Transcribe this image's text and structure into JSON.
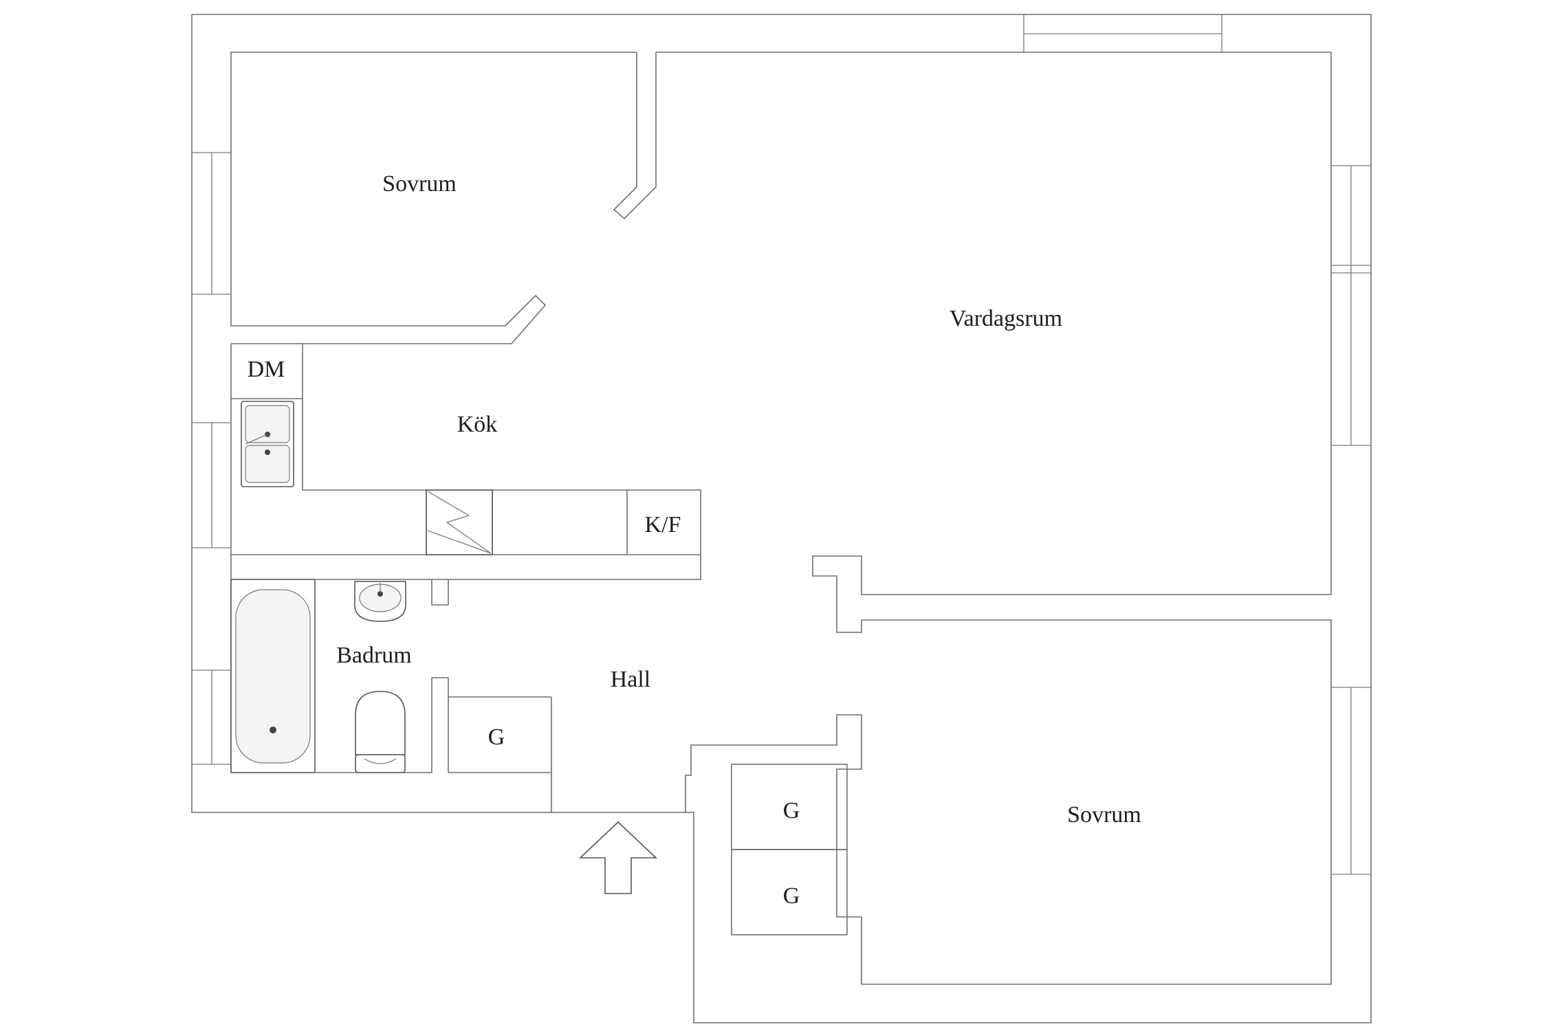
{
  "rooms": {
    "sovrum_top": "Sovrum",
    "vardagsrum": "Vardagsrum",
    "kok": "Kök",
    "badrum": "Badrum",
    "hall": "Hall",
    "sovrum_bottom": "Sovrum"
  },
  "fixtures": {
    "dishwasher": "DM",
    "fridge_freezer": "K/F",
    "closet_hall": "G",
    "closet_bedroom_1": "G",
    "closet_bedroom_2": "G"
  },
  "icons": {
    "entrance": "entrance-arrow-icon",
    "sink": "kitchen-sink-icon",
    "stove": "stove-icon",
    "bathtub": "bathtub-icon",
    "washbasin": "washbasin-icon",
    "toilet": "toilet-icon"
  }
}
